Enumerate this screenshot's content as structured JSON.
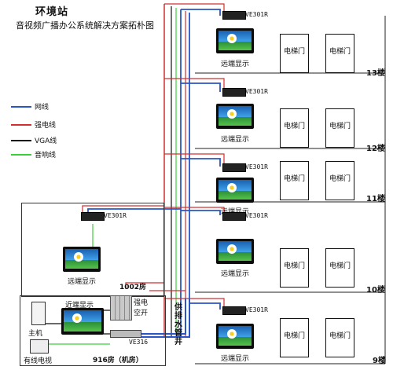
{
  "header": {
    "title": "环境站",
    "subtitle": "音视频广播办公系统解决方案拓朴图"
  },
  "legend": [
    {
      "label": "网线",
      "color": "#2a55c7"
    },
    {
      "label": "强电线",
      "color": "#d23030"
    },
    {
      "label": "VGA线",
      "color": "#111111"
    },
    {
      "label": "音响线",
      "color": "#3ccf3c"
    }
  ],
  "floors": [
    {
      "label": "13楼",
      "device": "VE301R",
      "display": "远端显示",
      "door1": "电梯门",
      "door2": "电梯门"
    },
    {
      "label": "12楼",
      "device": "VE301R",
      "display": "远端显示",
      "door1": "电梯门",
      "door2": "电梯门"
    },
    {
      "label": "11楼",
      "device": "VE301R",
      "display": "远端显示",
      "door1": "电梯门",
      "door2": "电梯门"
    },
    {
      "label": "10楼",
      "device": "VE301R",
      "display": "远端显示",
      "door1": "电梯门",
      "door2": "电梯门"
    },
    {
      "label": "9楼",
      "device": "VE301R",
      "display": "远端显示",
      "door1": "电梯门",
      "door2": "电梯门"
    }
  ],
  "room1002": {
    "device": "VE301R",
    "display": "远端显示",
    "room_label": "1002房"
  },
  "room916": {
    "display": "近端显示",
    "host": "主机",
    "cable_tv": "有线电视",
    "switch_label": "VE316",
    "breaker_label_1": "强电",
    "breaker_label_2": "空开",
    "room_label": "916房（机房）"
  },
  "shaft_label": "供排水管井"
}
